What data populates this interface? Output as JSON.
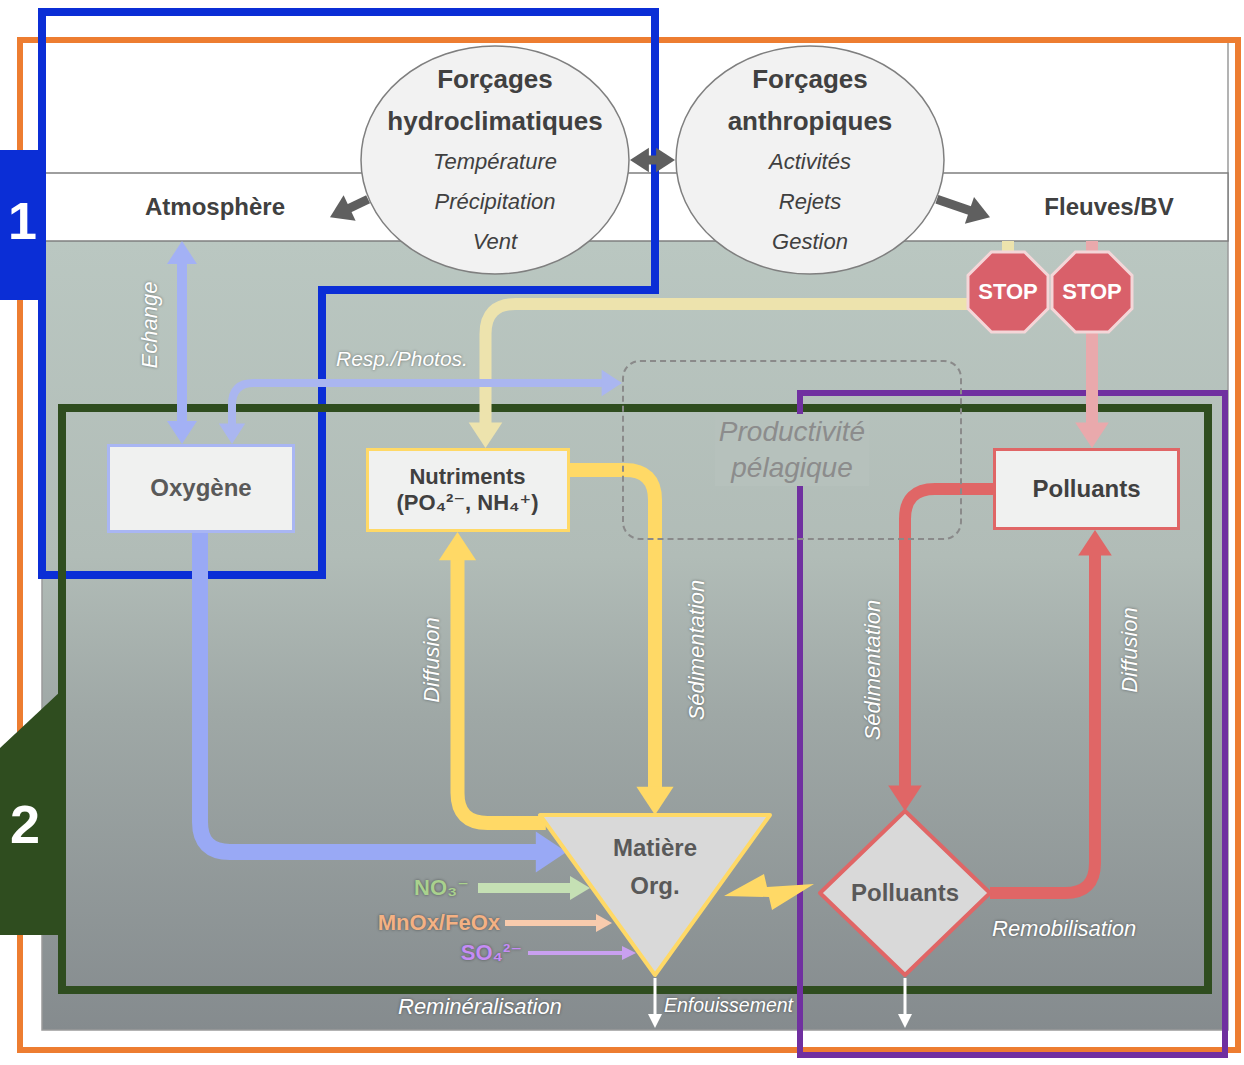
{
  "diagram": {
    "nodes": [
      {
        "text": [
          "Forçages hydroclimatiques",
          "Température Précipitation Vent"
        ]
      },
      {
        "text": [
          "Forçages anthropiques",
          "Activités Rejets Gestion"
        ]
      },
      {
        "text": [
          "Atmosphère"
        ]
      },
      {
        "text": [
          "Fleuves/BV"
        ]
      },
      {
        "text": [
          "STOP"
        ]
      },
      {
        "text": [
          "STOP"
        ]
      },
      {
        "text": [
          "Oxygène"
        ]
      },
      {
        "text": [
          "Nutriments (PO₄²⁻, NH₄⁺)"
        ]
      },
      {
        "text": [
          "Productivité pélagique"
        ]
      },
      {
        "text": [
          "Polluants"
        ]
      },
      {
        "text": [
          "Matière Org."
        ]
      },
      {
        "text": [
          "Polluants"
        ]
      }
    ],
    "edges": [
      {
        "from": 0,
        "to": 1,
        "arrow": "both"
      },
      {
        "from": 0,
        "to": 2,
        "arrow": "to"
      },
      {
        "from": 1,
        "to": 3,
        "arrow": "to"
      },
      {
        "from": 3,
        "to": 4,
        "arrow": "none"
      },
      {
        "from": 4,
        "to": 7,
        "arrow": "to"
      },
      {
        "from": 3,
        "to": 5,
        "arrow": "none"
      },
      {
        "from": 5,
        "to": 9,
        "arrow": "to"
      },
      {
        "from": 2,
        "to": 6,
        "label": "Echange",
        "arrow": "both"
      },
      {
        "from": 6,
        "to": 8,
        "label": "Resp./Photos.",
        "arrow": "both"
      },
      {
        "from": 6,
        "to": 10,
        "arrow": "to"
      },
      {
        "from": 10,
        "to": 7,
        "label": "Diffusion",
        "arrow": "to"
      },
      {
        "from": 7,
        "to": 10,
        "label": "Sédimentation",
        "arrow": "to"
      },
      {
        "from": 9,
        "to": 11,
        "label": "Sédimentation",
        "arrow": "to"
      },
      {
        "from": 11,
        "to": 9,
        "label": "Diffusion",
        "arrow": "to"
      }
    ],
    "labels": [
      "1",
      "2",
      "NO₃⁻",
      "MnOx/FeOx",
      "SO₄²⁻",
      "Reminéralisation",
      "Enfouissement",
      "Remobilisation"
    ]
  }
}
